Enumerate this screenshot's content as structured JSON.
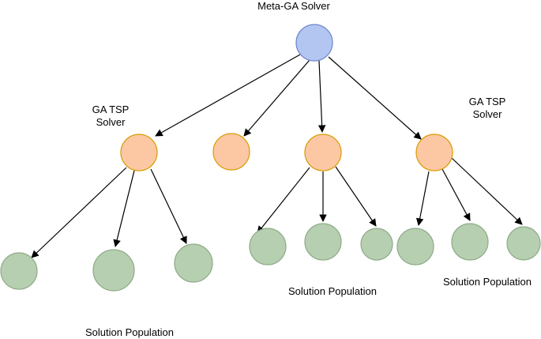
{
  "labels": {
    "root": "Meta-GA Solver",
    "ga_solver_left_line1": "GA TSP",
    "ga_solver_left_line2": "Solver",
    "ga_solver_right_line1": "GA TSP",
    "ga_solver_right_line2": "Solver",
    "population_1": "Solution Population",
    "population_2": "Solution Population",
    "population_3": "Solution Population"
  },
  "colors": {
    "root_fill": "#b3c6f2",
    "root_stroke": "#6d86c9",
    "solver_fill": "#fcc8a3",
    "solver_stroke": "#d79b00",
    "solution_fill": "#b6cfb0",
    "solution_stroke": "#8daa87",
    "edge": "#000000"
  }
}
